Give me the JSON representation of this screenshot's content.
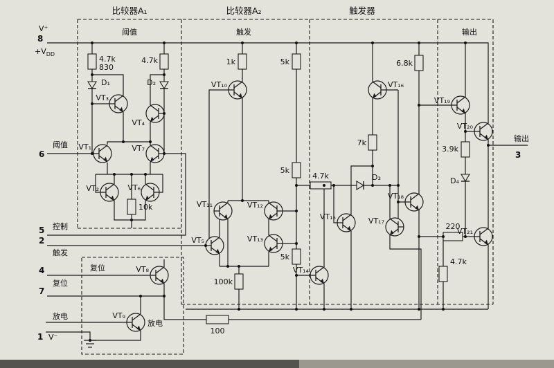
{
  "colors": {
    "paper": "#e3e2db",
    "ink": "#1a1a1a"
  },
  "headers": {
    "comparator_a1": "比较器A₁",
    "comparator_a2": "比较器A₂",
    "flip_flop": "触发器"
  },
  "sections": {
    "threshold": "阈值",
    "trigger": "触发",
    "output": "输出",
    "reset": "复位"
  },
  "pins": {
    "v_plus": "V⁺",
    "pin8": "8",
    "vdd_base": "+V",
    "vdd_sub": "DD",
    "threshold": "阈值",
    "pin6": "6",
    "control": "控制",
    "pin5": "5",
    "pin2": "2",
    "trigger": "触发",
    "pin4": "4",
    "reset": "复位",
    "pin7": "7",
    "discharge": "放电",
    "pin1": "1",
    "v_minus": "V⁻",
    "output": "输出",
    "pin3": "3"
  },
  "labels": {
    "discharge_inner": "放电"
  },
  "transistors": {
    "vt1": "VT₁",
    "vt2": "VT₂",
    "vt3": "VT₃",
    "vt4": "VT₄",
    "vt5": "VT₅",
    "vt6": "VT₆",
    "vt7": "VT₇",
    "vt8": "VT₈",
    "vt9": "VT₉",
    "vt10": "VT₁₀",
    "vt11": "VT₁₁",
    "vt12": "VT₁₂",
    "vt13": "VT₁₃",
    "vt14": "VT₁₄",
    "vt15": "VT₁₅",
    "vt16": "VT₁₆",
    "vt17": "VT₁₇",
    "vt18": "VT₁₈",
    "vt19": "VT₁₉",
    "vt20": "VT₂₀",
    "vt21": "VT₂₁"
  },
  "resistors": {
    "r1": "4.7k",
    "r1b": "830",
    "r2": "4.7k",
    "r3": "1k",
    "r4": "5k",
    "r5": "5k",
    "r6": "5k",
    "r7": "10k",
    "r8": "100k",
    "r9": "6.8k",
    "r10": "7k",
    "r11": "4.7k",
    "r12": "4.7k",
    "r13": "3.9k",
    "r14": "220",
    "r15": "100"
  },
  "diodes": {
    "d1": "D₁",
    "d2": "D₂",
    "d3": "D₃",
    "d4": "D₄"
  }
}
